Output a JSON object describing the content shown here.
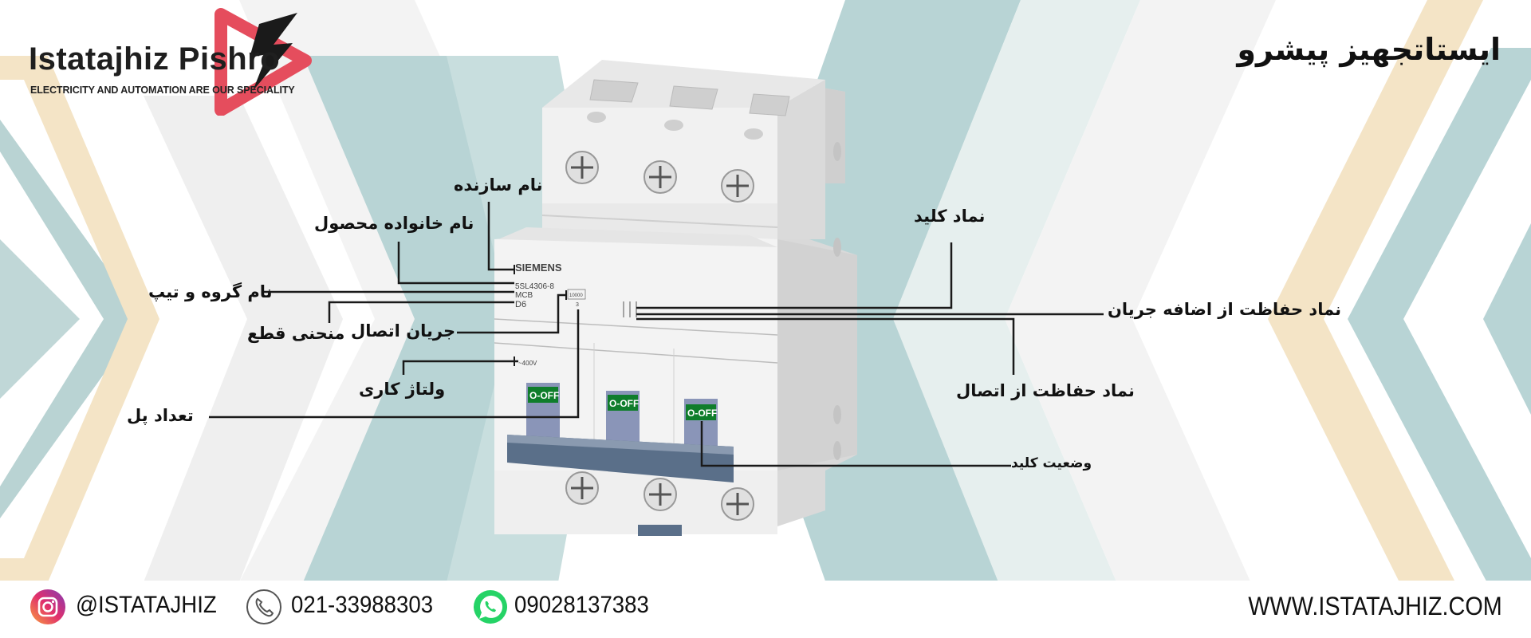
{
  "header": {
    "logo_name": "Istatajhiz Pishro",
    "logo_tagline": "ELECTRICITY AND AUTOMATION ARE OUR SPECIALITY",
    "brand_fa": "ایستاتجهیز پیشرو"
  },
  "device": {
    "maker": "SIEMENS",
    "part_number": "5SL4306-8",
    "type": "MCB",
    "curve_rating": "D6",
    "breaking_capacity": "10000",
    "class": "3",
    "voltage": "~400V",
    "switch_state": "O-OFF"
  },
  "labels": {
    "manufacturer_name": "نام سازنده",
    "product_family": "نام خانواده محصول",
    "group_type": "نام گروه و تیپ",
    "trip_curve": "منحنی قطع",
    "short_circuit_current": "جریان اتصال",
    "operating_voltage": "ولتاژ کاری",
    "pole_count": "تعداد پل",
    "switch_symbol": "نماد کلید",
    "overcurrent_symbol": "نماد حفاظت از اضافه جریان",
    "short_circuit_symbol": "نماد حفاظت از اتصال",
    "switch_status": "وضعیت کلید"
  },
  "footer": {
    "instagram": "@ISTATAJHIZ",
    "phone": "021-33988303",
    "whatsapp": "09028137383",
    "website": "WWW.ISTATAJHIZ.COM"
  },
  "colors": {
    "teal": "#b7d4d5",
    "beige": "#f3e4c6",
    "light_gray": "#eeeeee",
    "logo_red": "#e54d5d",
    "switch_green": "#0f7d2b",
    "handle_blue": "#5a6f89"
  }
}
